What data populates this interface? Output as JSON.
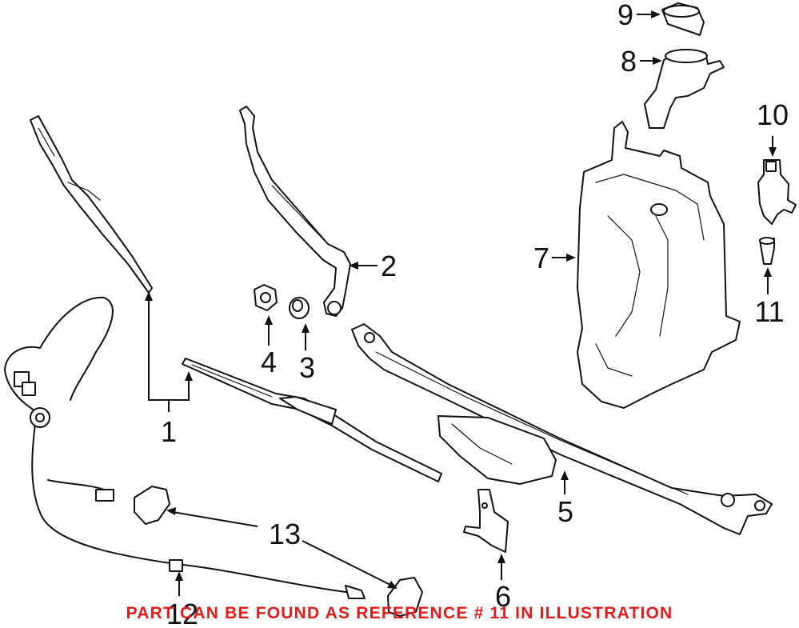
{
  "diagram": {
    "callouts": [
      {
        "id": "1",
        "text": "1"
      },
      {
        "id": "2",
        "text": "2"
      },
      {
        "id": "3",
        "text": "3"
      },
      {
        "id": "4",
        "text": "4"
      },
      {
        "id": "5",
        "text": "5"
      },
      {
        "id": "6",
        "text": "6"
      },
      {
        "id": "7",
        "text": "7"
      },
      {
        "id": "8",
        "text": "8"
      },
      {
        "id": "9",
        "text": "9"
      },
      {
        "id": "10",
        "text": "10"
      },
      {
        "id": "11",
        "text": "11"
      },
      {
        "id": "12",
        "text": "12"
      },
      {
        "id": "13",
        "text": "13"
      }
    ],
    "notice": "PART CAN BE FOUND AS REFERENCE # 11 IN ILLUSTRATION",
    "colors": {
      "notice": "#e21b1b",
      "line": "#111111",
      "background": "#ffffff"
    }
  }
}
